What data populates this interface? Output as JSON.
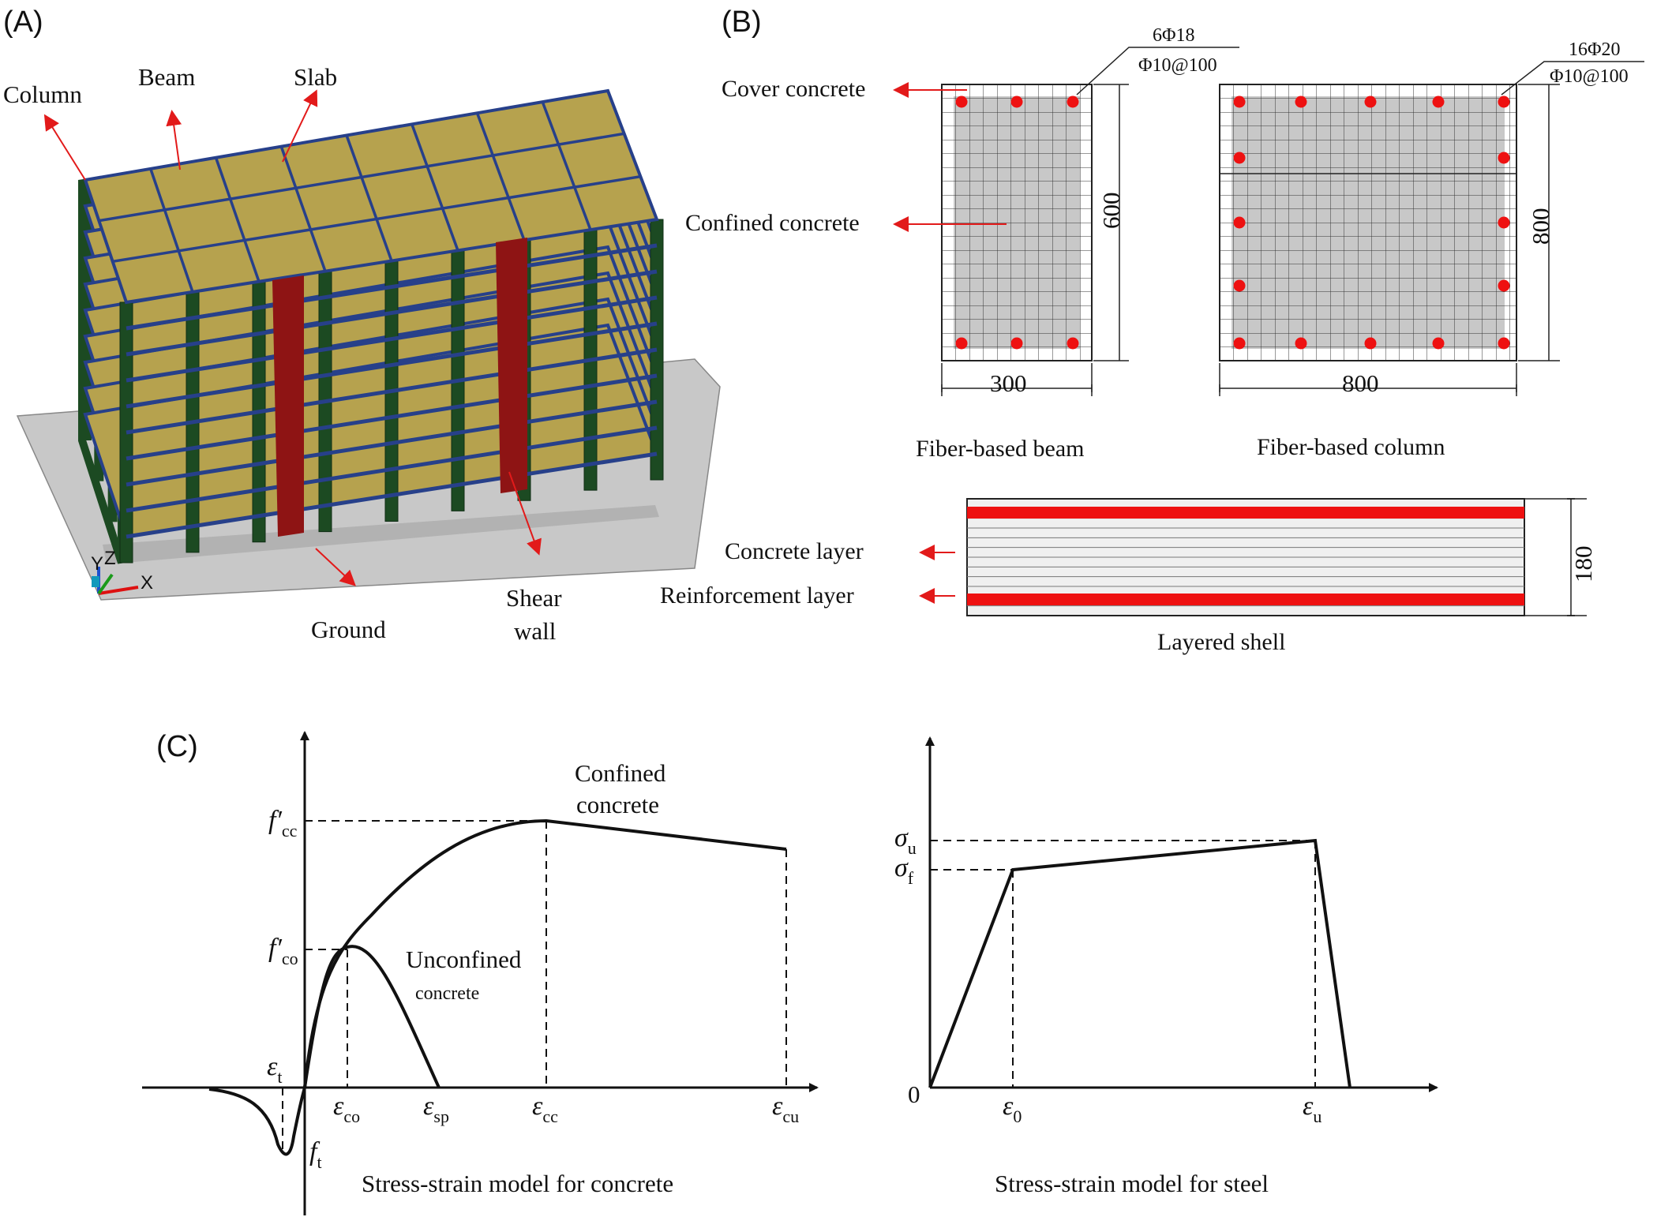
{
  "panels": {
    "a": "(A)",
    "b": "(B)",
    "c": "(C)"
  },
  "panel_a": {
    "labels": {
      "column": "Column",
      "beam": "Beam",
      "slab": "Slab",
      "ground": "Ground",
      "shear_wall_1": "Shear",
      "shear_wall_2": "wall"
    },
    "axes": {
      "z": "Z",
      "y": "Y",
      "x": "X"
    },
    "colors": {
      "slab": "#b6a24e",
      "column": "#1c4a22",
      "beam": "#27408a",
      "shear_wall": "#8e1414",
      "ground": "#c8c8c8",
      "arrow": "#e21a1a"
    }
  },
  "panel_b": {
    "beam_rebar": "6Φ18",
    "beam_stirrup": "Φ10@100",
    "column_rebar": "16Φ20",
    "column_stirrup": "Φ10@100",
    "cover_concrete": "Cover concrete",
    "confined_concrete": "Confined concrete",
    "beam_height": "600",
    "beam_width": "300",
    "column_height": "800",
    "column_width": "800",
    "beam_caption": "Fiber-based beam",
    "column_caption": "Fiber-based column",
    "concrete_layer": "Concrete layer",
    "reinforcement_layer": "Reinforcement layer",
    "shell_thickness": "180",
    "shell_caption": "Layered shell",
    "rebar_color": "#ee1111"
  },
  "panel_c": {
    "concrete": {
      "confined_1": "Confined",
      "confined_2": "concrete",
      "unconfined_1": "Unconfined",
      "unconfined_2": "concrete",
      "caption": "Stress-strain model for concrete",
      "sym_f": "f",
      "sub_fcc": "cc",
      "sub_fco": "co",
      "sub_ft": "t",
      "prime": "′",
      "sym_eps": "ε",
      "sub_t": "t",
      "sub_co": "co",
      "sub_sp": "sp",
      "sub_cc": "cc",
      "sub_cu": "cu"
    },
    "steel": {
      "caption": "Stress-strain model for steel",
      "sym_sigma": "σ",
      "sub_u": "u",
      "sub_f": "f",
      "zero": "0",
      "sym_eps": "ε",
      "sub_0": "0",
      "sub_eu": "u"
    }
  }
}
